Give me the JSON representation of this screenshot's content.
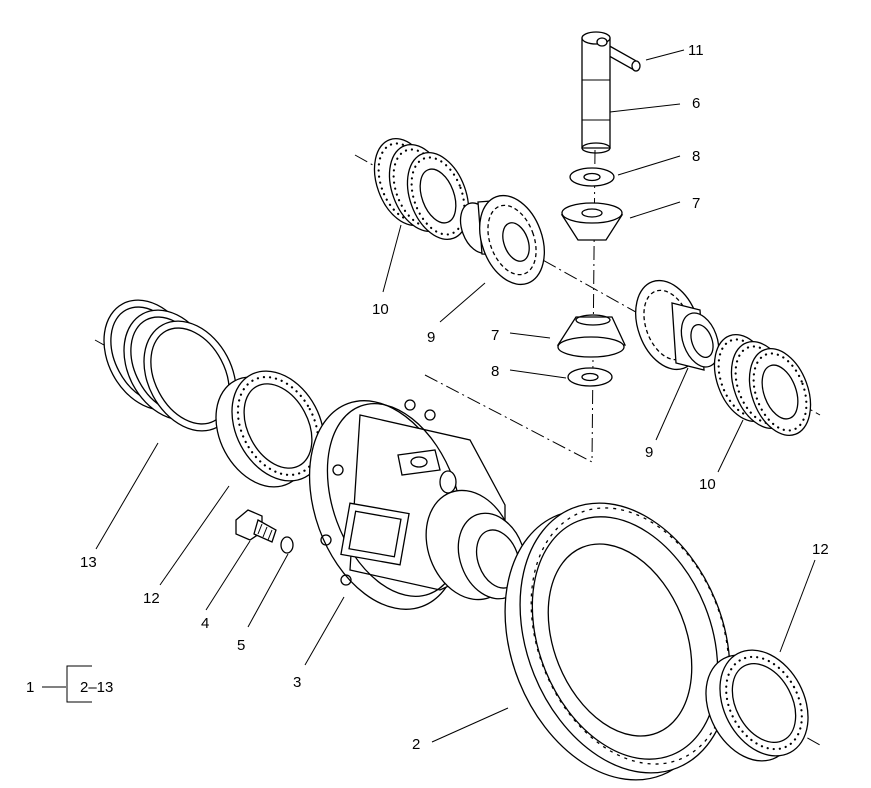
{
  "callouts": {
    "c2": "2",
    "c3": "3",
    "c4": "4",
    "c5": "5",
    "c6": "6",
    "c7a": "7",
    "c7b": "7",
    "c8a": "8",
    "c8b": "8",
    "c9a": "9",
    "c9b": "9",
    "c10a": "10",
    "c10b": "10",
    "c11": "11",
    "c12a": "12",
    "c12b": "12",
    "c13": "13"
  },
  "assembly_key": {
    "assembly": "1",
    "range": "2–13"
  }
}
